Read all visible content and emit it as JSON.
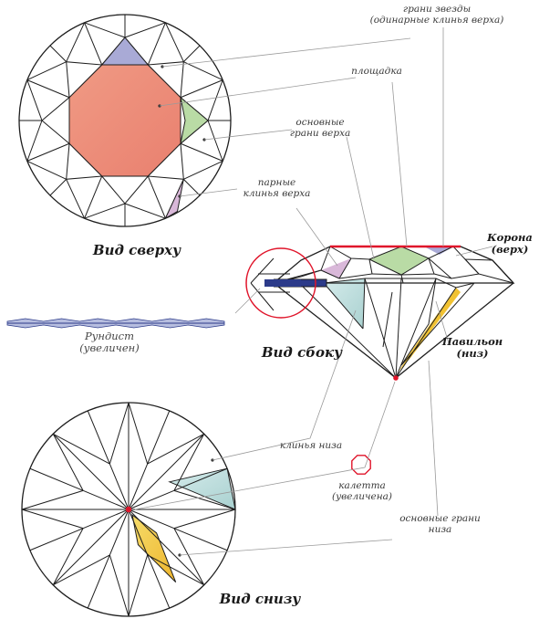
{
  "labels": {
    "star_facets": "грани звезды",
    "star_facets_sub": "(одинарные клинья верха)",
    "table": "площадка",
    "main_crown_facets_1": "основные",
    "main_crown_facets_2": "грани верха",
    "paired_crown_1": "парные",
    "paired_crown_2": "клинья верха",
    "crown": "Корона",
    "crown_sub": "(верх)",
    "pavilion": "Павильон",
    "pavilion_sub": "(низ)",
    "girdle": "Рундист",
    "girdle_sub": "(увеличен)",
    "lower_girdle": "клинья низа",
    "culet": "калетта",
    "culet_sub": "(увеличена)",
    "main_pavilion_1": "основные грани",
    "main_pavilion_2": "низа"
  },
  "views": {
    "top": "Вид сверху",
    "side": "Вид сбоку",
    "bottom": "Вид снизу"
  },
  "colors": {
    "table": "#ee8b79",
    "star": "#a9aad6",
    "crown_main": "#b9dba5",
    "paired": "#d9b8d9",
    "pavilion_main": "#f3cc3a",
    "lower_girdle": "#bfdcdc",
    "culet": "#e0142a",
    "girdle_blue": "#2c3b8a",
    "outline": "#1e1e1e",
    "leader": "#9a9a9a"
  }
}
